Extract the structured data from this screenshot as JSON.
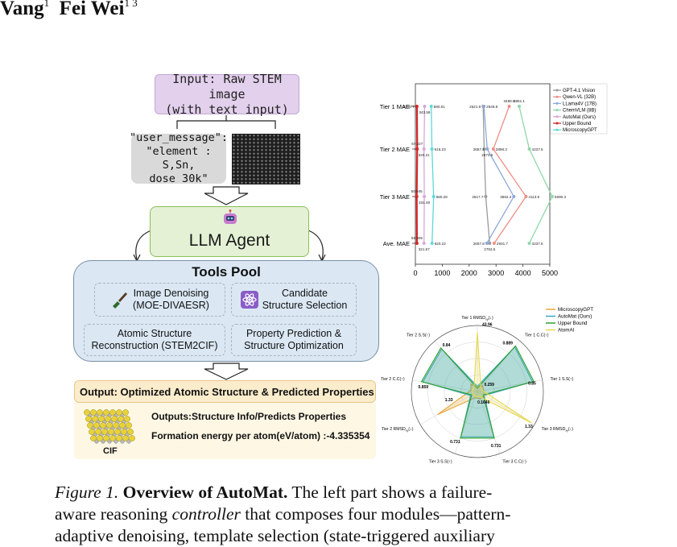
{
  "header": {
    "authors_fragment": "Vang",
    "authors_sup1": "1",
    "authors_name2": "Fei Wei",
    "authors_sup2": "1 3"
  },
  "diagram": {
    "input_line1": "Input: Raw STEM image",
    "input_line2": "(with text input)",
    "user_message_line1": "\"user_message\":",
    "user_message_line2": "\"element : S,Sn,",
    "user_message_line3": "dose 30k\"",
    "agent_label": "LLM Agent",
    "tools_pool_title": "Tools Pool",
    "tool1_line1": "Image Denoising",
    "tool1_line2": "(MOE-DIVAESR)",
    "tool2_line1": "Candidate",
    "tool2_line2": "Structure Selection",
    "tool3_line1": "Atomic Structure",
    "tool3_line2": "Reconstruction (STEM2CIF)",
    "tool4_line1": "Property Prediction &",
    "tool4_line2": "Structure Optimization",
    "output_title": "Output: Optimized Atomic Structure & Predicted Properties",
    "outputs_info": "Outputs:Structure Info/Predicts Properties",
    "formation_energy": "Formation energy per atom(eV/atom) :-4.335354",
    "cif_label": "CIF"
  },
  "caption": {
    "figure_label": "Figure 1.",
    "bold_title": "Overview of AutoMat.",
    "text1": " The left part shows a failure-",
    "text2a": "aware reasoning ",
    "controller": "controller",
    "text2b": " that composes four modules—pattern-",
    "text3": "adaptive denoising, template selection (state-triggered auxiliary"
  },
  "chart_data": [
    {
      "type": "line",
      "categories": [
        "Tier 1 MAE",
        "Tier 2 MAE",
        "Tier 3 MAE",
        "Ave. MAE"
      ],
      "xlim": [
        0,
        5000
      ],
      "xticks": [
        "0",
        "1000",
        "2000",
        "3000",
        "4000",
        "5000"
      ],
      "legend_position": "top-right",
      "series": [
        {
          "name": "GPT-4.1 Vision",
          "color": "#9b9b9b",
          "values": [
            2521.9,
            2557.4,
            2617.7,
            2763.5
          ]
        },
        {
          "name": "Qwen-VL (32B)",
          "color": "#ee8f86",
          "values": [
            3488.6,
            2898.3,
            4113.9,
            2931.7
          ]
        },
        {
          "name": "LLama4V (17B)",
          "color": "#8fa9d8",
          "values": [
            2549.8,
            2673.5,
            3662.4,
            2657.8
          ]
        },
        {
          "name": "ChemVLM (8B)",
          "color": "#8fd8a8",
          "values": [
            3861.1,
            4237.5,
            5090.3,
            4237.6
          ]
        },
        {
          "name": "AutoMat (Ours)",
          "color": "#d6a8d6",
          "values": [
            343.59,
            320.21,
            331.49,
            321.57
          ]
        },
        {
          "name": "Upper Bound",
          "color": "#d62728",
          "values": [
            57.377,
            67.227,
            50.945,
            58.305
          ]
        },
        {
          "name": "MicroscopyGPT",
          "color": "#5fd8d8",
          "values": [
            590.51,
            616.23,
            680.28,
            620.22
          ]
        }
      ],
      "data_labels": [
        "57.377",
        "343.59",
        "590.51",
        "2521.9",
        "2549.8",
        "3488.6",
        "3861.1",
        "67.227",
        "320.21",
        "616.23",
        "2657.4",
        "2898.3",
        "2673.5",
        "4237.5",
        "50.945",
        "331.49",
        "680.28",
        "2617.7",
        "3662.4",
        "4113.9",
        "5090.3",
        "58.305",
        "321.57",
        "620.22",
        "2657.8",
        "2931.7",
        "2763.5",
        "4237.6"
      ]
    },
    {
      "type": "radar",
      "axes": [
        "Tier 1 RMSD_xy(↓)",
        "Tier 1 C.C(↑)",
        "Tier 1 S.S(↑)",
        "Tier 3 RMSD_xy(↓)",
        "Tier 3 C.C(↑)",
        "Tier 3 S.S(↑)",
        "Tier 2 RMSD_xy(↓)",
        "Tier 2 C.C(↑)",
        "Tier 2 S.S(↑)"
      ],
      "axis_label_text": [
        "Tier 1 RMSD",
        "Tier 1 C.C(↑)",
        "Tier 1 S.S(↑)",
        "Tier 3 RMSD",
        "Tier 3 C.C(↑)",
        "Tier 3 S.S(↑)",
        "Tier 2 RMSD",
        "Tier 2 C.C(↑)",
        "Tier 2 S.S(↑)"
      ],
      "axis_label_sub": "xy",
      "axis_label_suffix": "(↓)",
      "legend_position": "top-right",
      "series": [
        {
          "name": "MicroscopyGPT",
          "color": "#e8a838",
          "values": [
            0.06,
            0.12,
            0.1,
            0.12,
            0.12,
            0.1,
            0.7,
            0.1,
            0.15
          ]
        },
        {
          "name": "AutoMat (Ours)",
          "color": "#3aa6c8",
          "values": [
            0.08,
            0.88,
            0.85,
            0.12,
            0.73,
            0.73,
            0.12,
            0.84,
            0.84
          ]
        },
        {
          "name": "Upper Bound",
          "color": "#2ca02c",
          "values": [
            0.05,
            0.9,
            0.87,
            0.1,
            0.75,
            0.75,
            0.1,
            0.86,
            0.86
          ]
        },
        {
          "name": "AtomAI",
          "color": "#e8d84a",
          "values": [
            0.9,
            0.08,
            0.08,
            0.95,
            0.08,
            0.08,
            0.08,
            0.08,
            0.08
          ]
        }
      ],
      "data_labels": [
        "43.96",
        "0.889",
        "0.85",
        "1.33",
        "0.731",
        "0.731",
        "1.33",
        "0.859",
        "0.84",
        "0.259",
        "0.1646"
      ]
    }
  ]
}
